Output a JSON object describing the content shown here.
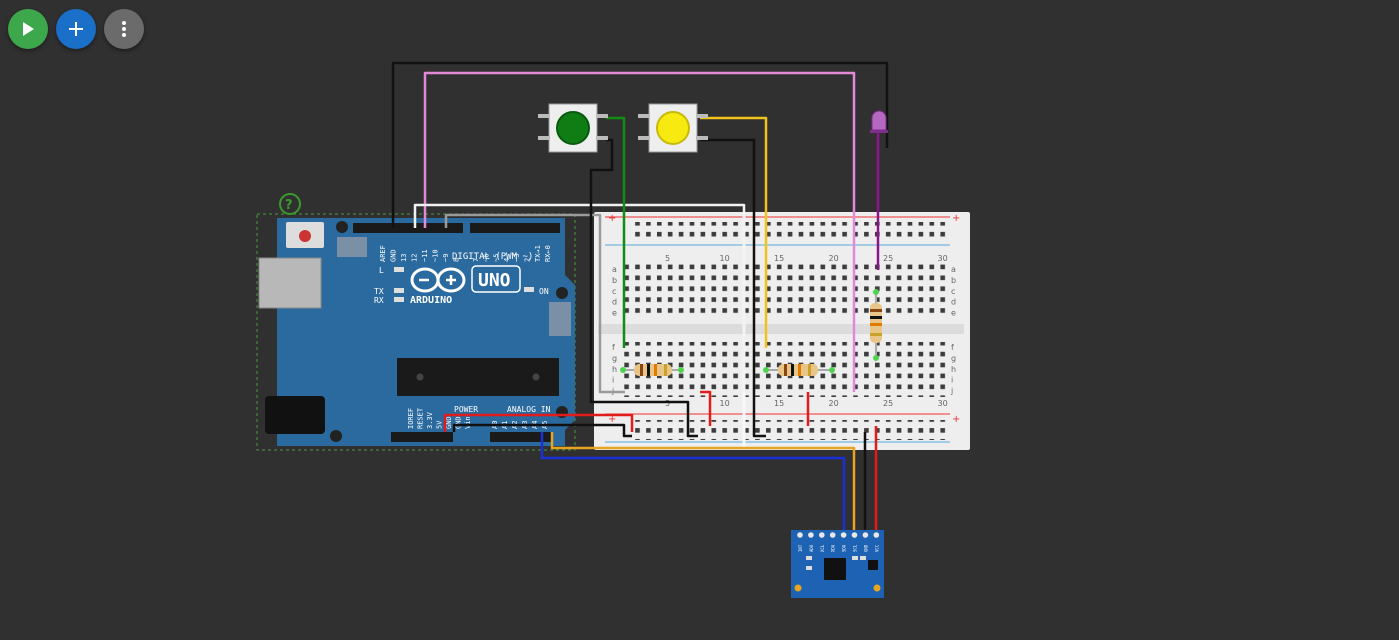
{
  "toolbar": {
    "run_icon": "play-icon",
    "add_icon": "plus-icon",
    "menu_icon": "more-vertical-icon",
    "run_color": "#3da84b",
    "add_color": "#1a6fc9",
    "menu_color": "#6b6b6b"
  },
  "help_icon_label": "?",
  "arduino": {
    "brand": "ARDUINO",
    "model": "UNO",
    "digital_header": "DIGITAL (PWM ~)",
    "power_label": "POWER",
    "analog_label": "ANALOG IN",
    "on_label": "ON",
    "l_label": "L",
    "tx_label": "TX",
    "rx_label": "RX",
    "top_pins": [
      "AREF",
      "GND",
      "13",
      "12",
      "~11",
      "~10",
      "~9",
      "8",
      "7",
      "~6",
      "~5",
      "4",
      "~3",
      "2",
      "TX→1",
      "RX←0"
    ],
    "power_pins": [
      "IOREF",
      "RESET",
      "3.3V",
      "5V",
      "GND",
      "GND",
      "Vin"
    ],
    "analog_pins": [
      "A0",
      "A1",
      "A2",
      "A3",
      "A4",
      "A5"
    ],
    "board_color": "#2a6a9f"
  },
  "breadboard": {
    "top_numbers": [
      "5",
      "10",
      "15",
      "20",
      "25",
      "30"
    ],
    "bottom_numbers": [
      "5",
      "10",
      "15",
      "20",
      "25",
      "30"
    ],
    "row_letters_top": [
      "a",
      "b",
      "c",
      "d",
      "e"
    ],
    "row_letters_bottom": [
      "f",
      "g",
      "h",
      "i",
      "j"
    ]
  },
  "sensor": {
    "pins": [
      "INT",
      "AD0",
      "XCL",
      "XDA",
      "SDA",
      "SCL",
      "GND",
      "VCC"
    ]
  },
  "wire_colors": {
    "black": "#111111",
    "pink": "#e08ad8",
    "white": "#f2f2f2",
    "green": "#138c13",
    "yellow": "#f2c21c",
    "purple": "#8a178a",
    "red": "#e21b1b",
    "orange": "#e6a421",
    "blue": "#1830d8",
    "gray": "#9a9a9a"
  }
}
